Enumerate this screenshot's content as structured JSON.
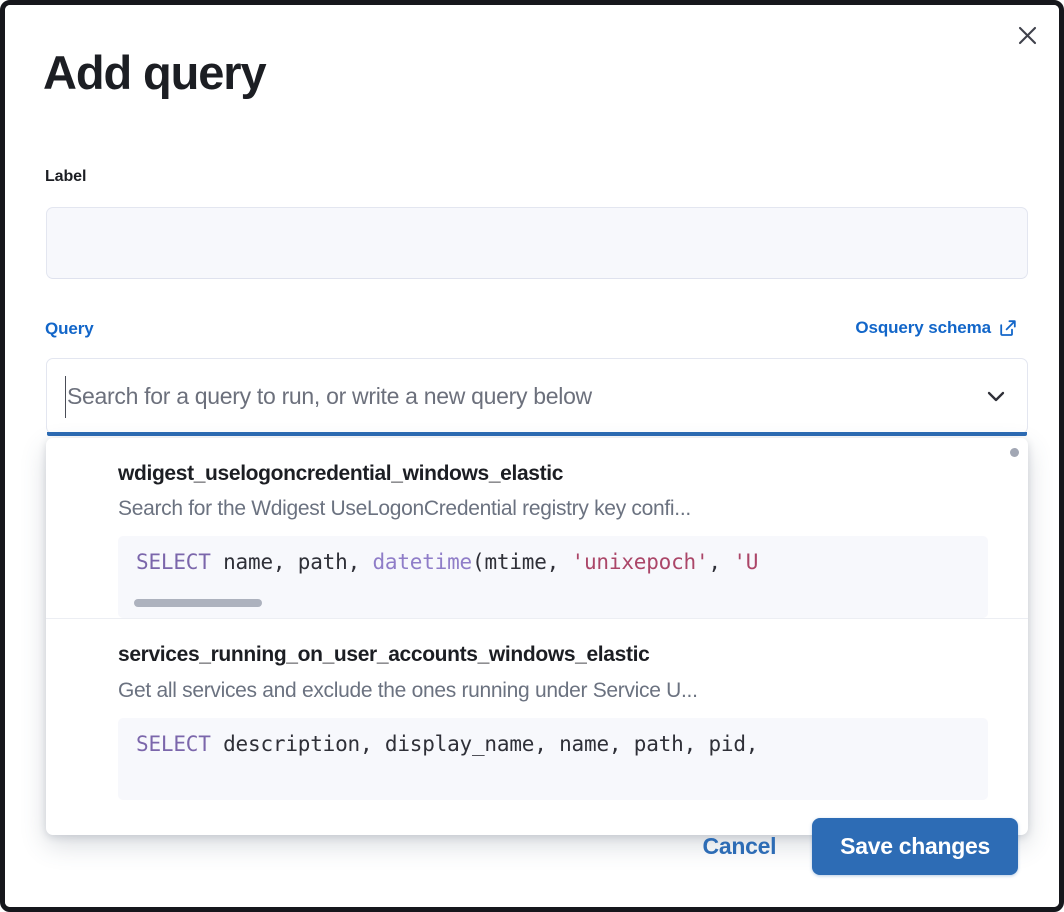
{
  "modal": {
    "title": "Add query",
    "close_icon": "close-icon"
  },
  "form": {
    "label_field": {
      "label": "Label",
      "value": "",
      "placeholder": ""
    },
    "query_field": {
      "label": "Query",
      "schema_link": "Osquery schema",
      "schema_link_icon": "external-link-icon",
      "placeholder": "Search for a query to run, or write a new query below",
      "value": "",
      "chevron_icon": "chevron-down-icon"
    }
  },
  "dropdown": {
    "items": [
      {
        "title": "wdigest_uselogoncredential_windows_elastic",
        "description": "Search for the Wdigest UseLogonCredential registry key confi...",
        "code_tokens": [
          {
            "t": "SELECT",
            "c": "kw"
          },
          {
            "t": " name",
            "c": "plain"
          },
          {
            "t": ", ",
            "c": "plain"
          },
          {
            "t": "path",
            "c": "plain"
          },
          {
            "t": ", ",
            "c": "plain"
          },
          {
            "t": "datetime",
            "c": "fn"
          },
          {
            "t": "(mtime, ",
            "c": "plain"
          },
          {
            "t": "'unixepoch'",
            "c": "str"
          },
          {
            "t": ", ",
            "c": "plain"
          },
          {
            "t": "'U",
            "c": "str"
          }
        ]
      },
      {
        "title": "services_running_on_user_accounts_windows_elastic",
        "description": "Get all services and exclude the ones running under Service U...",
        "code_tokens": [
          {
            "t": "SELECT",
            "c": "kw"
          },
          {
            "t": " description",
            "c": "plain"
          },
          {
            "t": ", ",
            "c": "plain"
          },
          {
            "t": "display_name",
            "c": "plain"
          },
          {
            "t": ", ",
            "c": "plain"
          },
          {
            "t": "name",
            "c": "plain"
          },
          {
            "t": ", ",
            "c": "plain"
          },
          {
            "t": "path",
            "c": "plain"
          },
          {
            "t": ", ",
            "c": "plain"
          },
          {
            "t": "pid",
            "c": "plain"
          },
          {
            "t": ",",
            "c": "plain"
          }
        ]
      }
    ]
  },
  "footer": {
    "cancel_label": "Cancel",
    "save_label": "Save changes"
  },
  "colors": {
    "accent_blue": "#2d6cb5",
    "link_blue": "#1266c9",
    "keyword_purple": "#7b66ab",
    "function_purple": "#8f7dc8",
    "string_maroon": "#ab4668",
    "text_dark": "#1c1e23",
    "text_muted": "#6b7280"
  }
}
